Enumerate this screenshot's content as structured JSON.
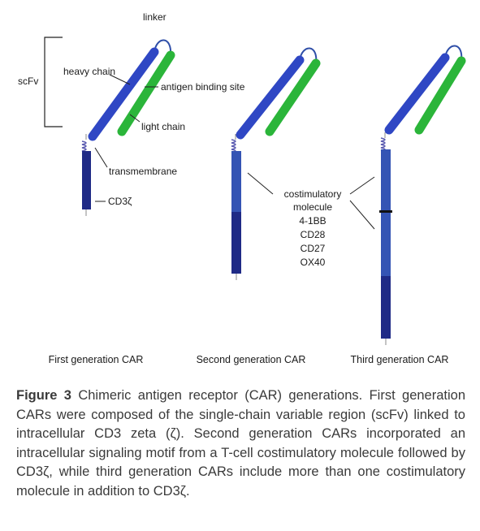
{
  "labels": {
    "scfv": "scFv",
    "linker": "linker",
    "heavy_chain": "heavy chain",
    "antigen_binding_site": "antigen binding site",
    "light_chain": "light chain",
    "transmembrane": "transmembrane",
    "cd3z": "CD3ζ",
    "costim_line1": "costimulatory",
    "costim_line2": "molecule",
    "costim_list": [
      "4-1BB",
      "CD28",
      "CD27",
      "OX40"
    ]
  },
  "generations": [
    {
      "label": "First generation CAR"
    },
    {
      "label": "Second generation CAR"
    },
    {
      "label": "Third generation CAR"
    }
  ],
  "colors": {
    "heavy_chain": "#2f47c4",
    "light_chain": "#2bb53a",
    "linker": "#2f4fa8",
    "costim_segment": "#3454b4",
    "cd3z_segment": "#1f2a86",
    "caption_text": "#3a3a3a"
  },
  "caption": {
    "heading": "Figure 3",
    "text": "Chimeric antigen receptor (CAR) generations. First generation CARs were composed of the single-chain variable region (scFv) linked to intracellular CD3 zeta (ζ). Second generation CARs incorporated an intracellular signaling motif from a T-cell costimulatory molecule followed by CD3ζ, while third generation CARs include more than one costimulatory molecule in addition to CD3ζ."
  }
}
